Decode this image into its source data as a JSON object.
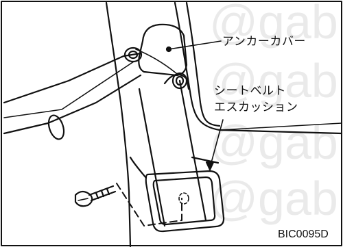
{
  "labels": {
    "anchor_cover": "アンカーカバー",
    "belt_escutcheon_line1": "シートベルト",
    "belt_escutcheon_line2": "エスカッション"
  },
  "figure_code": "BIC0095D",
  "watermark": "@gab",
  "colors": {
    "ink": "#111111",
    "paper": "#ffffff",
    "watermark": "#d9d9d9"
  }
}
